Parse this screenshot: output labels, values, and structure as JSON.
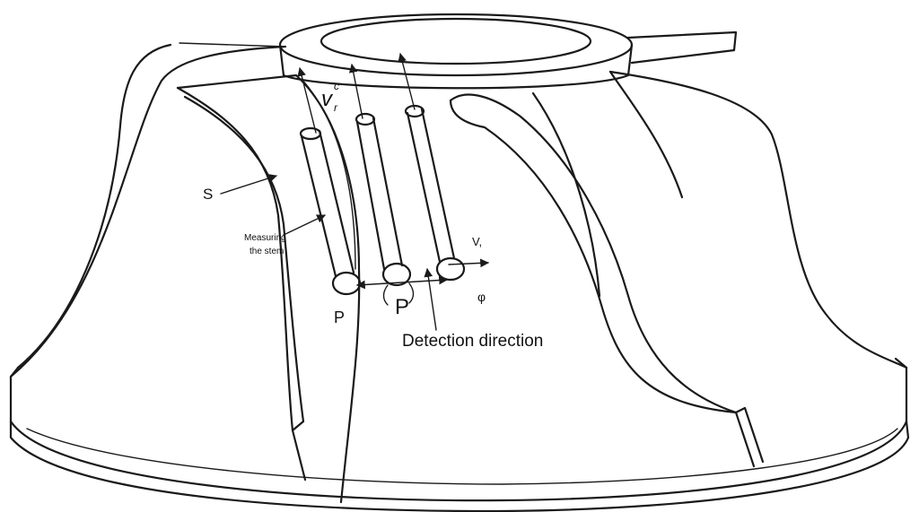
{
  "labels": {
    "s": "S",
    "measuring_line1": "Measuring",
    "measuring_line2": "the stem",
    "velocity_top": "v",
    "velocity_top_sup": "c",
    "velocity_top_sub": "r",
    "velocity_right": "V,",
    "p_left": "P",
    "p_center": "P",
    "phi": "φ",
    "detection": "Detection direction"
  },
  "colors": {
    "stroke": "#1a1a1a",
    "background": "#ffffff"
  }
}
